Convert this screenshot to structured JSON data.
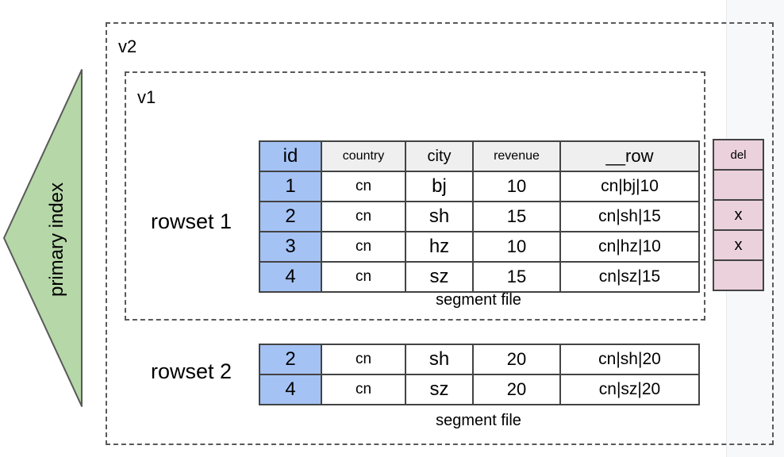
{
  "outer_box": {
    "label": "v2"
  },
  "inner_box": {
    "label": "v1"
  },
  "primary_index": {
    "label": "primary index"
  },
  "rowset1": {
    "label": "rowset 1",
    "caption": "segment file",
    "columns": [
      "id",
      "country",
      "city",
      "revenue",
      "__row"
    ],
    "rows": [
      [
        "1",
        "cn",
        "bj",
        "10",
        "cn|bj|10"
      ],
      [
        "2",
        "cn",
        "sh",
        "15",
        "cn|sh|15"
      ],
      [
        "3",
        "cn",
        "hz",
        "10",
        "cn|hz|10"
      ],
      [
        "4",
        "cn",
        "sz",
        "15",
        "cn|sz|15"
      ]
    ]
  },
  "rowset2": {
    "label": "rowset 2",
    "caption": "segment file",
    "rows": [
      [
        "2",
        "cn",
        "sh",
        "20",
        "cn|sh|20"
      ],
      [
        "4",
        "cn",
        "sz",
        "20",
        "cn|sz|20"
      ]
    ]
  },
  "del_column": {
    "header": "del",
    "cells": [
      "",
      "x",
      "x",
      ""
    ]
  },
  "colors": {
    "id_column_fill": "#a4c2f4",
    "header_fill": "#efefef",
    "del_fill": "#ead1dc",
    "triangle_fill": "#b6d7a8",
    "table_border": "#434343",
    "dashed_border": "#595959",
    "side_strip": "#f7f8fa"
  }
}
